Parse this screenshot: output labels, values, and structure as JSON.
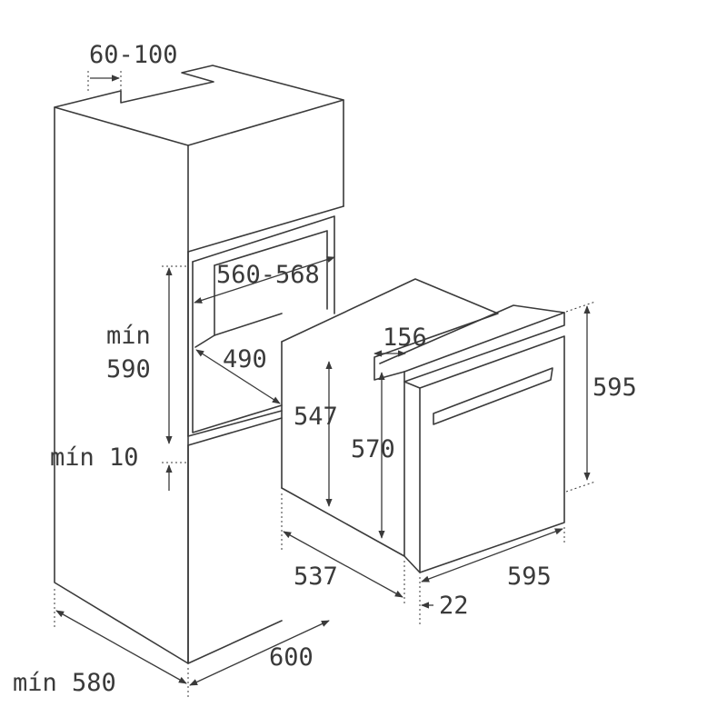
{
  "dimensions": {
    "top_gap": "60-100",
    "niche_width": "560-568",
    "niche_height_label": "mín",
    "niche_height_value": "590",
    "niche_depth": "490",
    "bottom_gap": "mín 10",
    "cabinet_height": "mín 580",
    "cabinet_width": "600",
    "oven_side_height": "547",
    "oven_body_height": "570",
    "oven_front_height": "595",
    "oven_top_offset": "156",
    "oven_depth": "537",
    "oven_width": "595",
    "front_panel_thickness": "22"
  },
  "colors": {
    "line": "#3a3a3a",
    "background": "#ffffff"
  }
}
